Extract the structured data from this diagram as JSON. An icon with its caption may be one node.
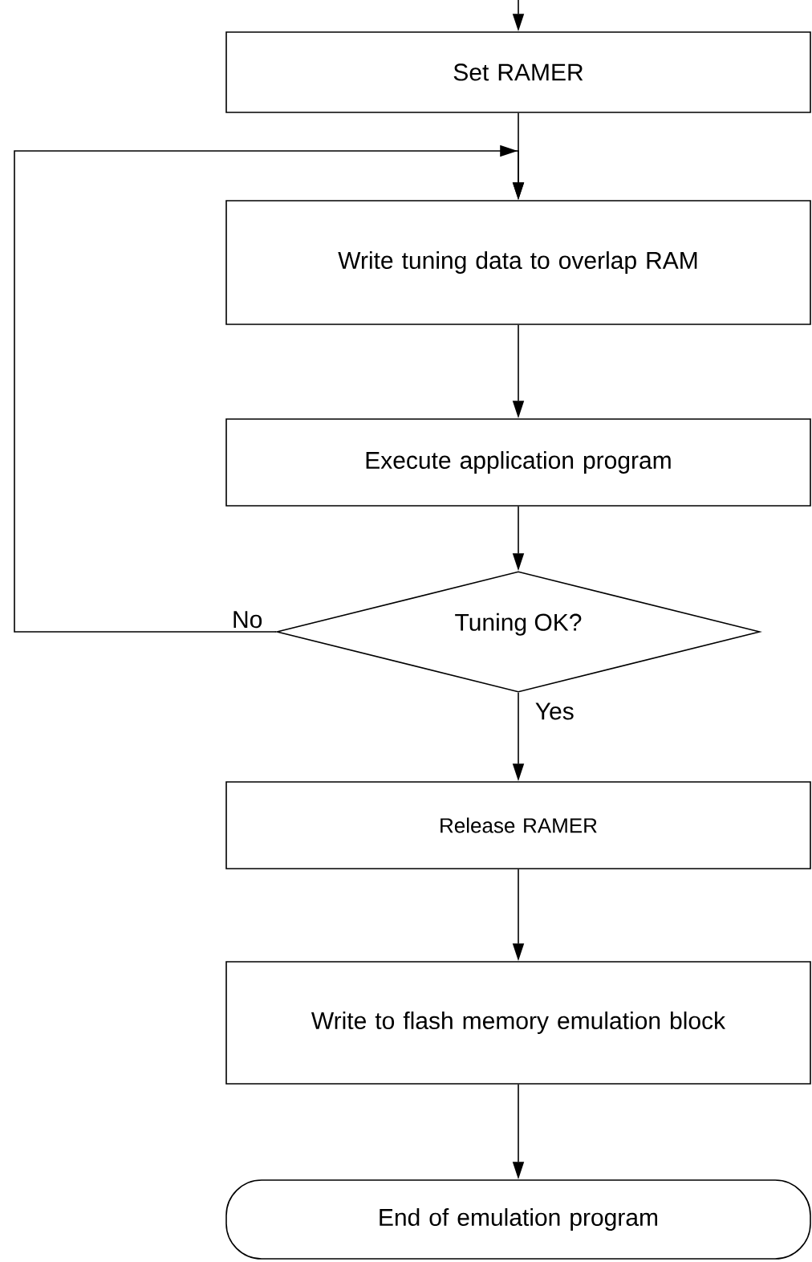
{
  "diagram": {
    "nodes": [
      {
        "text": [
          "Set RAMER"
        ]
      },
      {
        "text": [
          "Write tuning data to overlap RAM"
        ]
      },
      {
        "text": [
          "Execute application program"
        ]
      },
      {
        "text": [
          "Tuning OK?"
        ]
      },
      {
        "text": [
          "Release RAMER"
        ]
      },
      {
        "text": [
          "Write to flash memory emulation block"
        ]
      },
      {
        "text": [
          "End of emulation program"
        ]
      }
    ],
    "edges": [
      {
        "from": null,
        "to": 0,
        "arrow": "to"
      },
      {
        "from": 0,
        "to": 1,
        "arrow": "to"
      },
      {
        "from": 1,
        "to": 2,
        "arrow": "to"
      },
      {
        "from": 2,
        "to": 3,
        "arrow": "to"
      },
      {
        "from": 3,
        "to": 1,
        "arrow": "to",
        "label": "No"
      },
      {
        "from": 3,
        "to": 4,
        "arrow": "to",
        "label": "Yes"
      },
      {
        "from": 4,
        "to": 5,
        "arrow": "to"
      },
      {
        "from": 5,
        "to": 6,
        "arrow": "to"
      }
    ]
  }
}
